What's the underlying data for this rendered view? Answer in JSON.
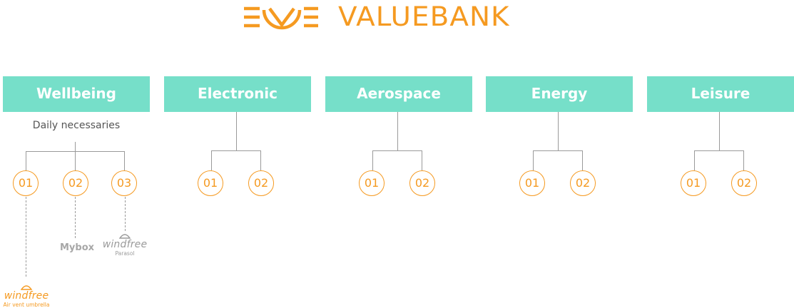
{
  "brand": {
    "name": "VALUEBANK",
    "color": "#f59a21"
  },
  "categories": [
    {
      "label": "Wellbeing",
      "subtitle": "Daily necessaries",
      "items": [
        "01",
        "02",
        "03"
      ]
    },
    {
      "label": "Electronic",
      "items": [
        "01",
        "02"
      ]
    },
    {
      "label": "Aerospace",
      "items": [
        "01",
        "02"
      ]
    },
    {
      "label": "Energy",
      "items": [
        "01",
        "02"
      ]
    },
    {
      "label": "Leisure",
      "items": [
        "01",
        "02"
      ]
    }
  ],
  "products": {
    "item_01": {
      "brand": "windfree",
      "caption": "Air vent umbrella"
    },
    "item_02": {
      "brand": "Mybox"
    },
    "item_03": {
      "brand": "windfree",
      "caption": "Parasol"
    }
  },
  "colors": {
    "header_bg": "#76dfc9",
    "accent": "#f59a21",
    "line": "#9a9a9a"
  }
}
